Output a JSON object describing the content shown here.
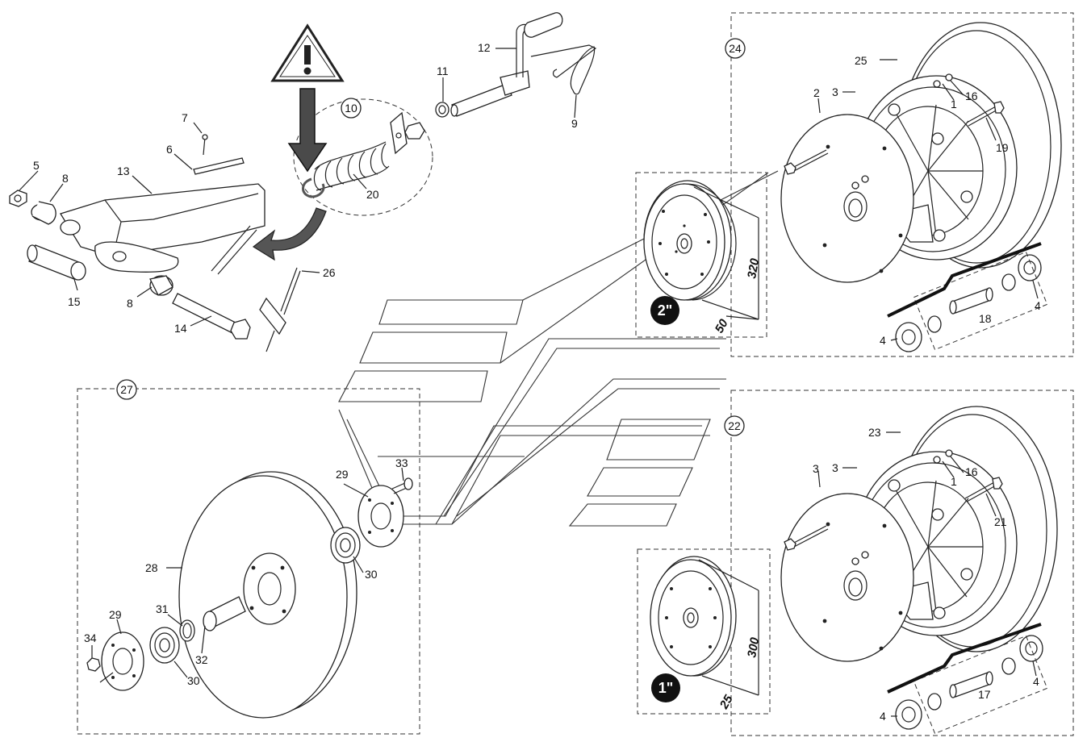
{
  "callouts": {
    "c1a": "1",
    "c1b": "1",
    "c2": "2",
    "c3a": "3",
    "c3b": "3",
    "c3c": "3",
    "c4a": "4",
    "c4b": "4",
    "c4c": "4",
    "c4d": "4",
    "c5": "5",
    "c6": "6",
    "c7": "7",
    "c8a": "8",
    "c8b": "8",
    "c9": "9",
    "c10": "10",
    "c11": "11",
    "c12": "12",
    "c13": "13",
    "c14": "14",
    "c15": "15",
    "c16a": "16",
    "c16b": "16",
    "c17": "17",
    "c18": "18",
    "c19": "19",
    "c20": "20",
    "c21": "21",
    "c22": "22",
    "c23": "23",
    "c24": "24",
    "c25": "25",
    "c26": "26",
    "c27": "27",
    "c28": "28",
    "c29a": "29",
    "c29b": "29",
    "c30a": "30",
    "c30b": "30",
    "c31": "31",
    "c32": "32",
    "c33": "33",
    "c34": "34"
  },
  "dimensions": {
    "wheel2_diameter": "320",
    "wheel2_width": "50",
    "wheel1_diameter": "300",
    "wheel1_width": "25"
  },
  "badges": {
    "wheel2": "2\"",
    "wheel1": "1\""
  },
  "colors": {
    "line": "#222222",
    "badge_fill": "#111111",
    "arrow_fill": "#4a4a4a"
  },
  "icons": [
    "warning-triangle-icon",
    "down-arrow-icon",
    "curved-arrow-icon"
  ]
}
